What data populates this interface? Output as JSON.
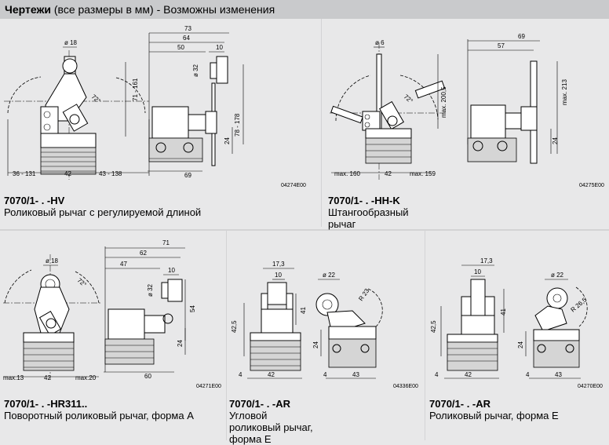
{
  "header": {
    "title_bold": "Чертежи",
    "title_rest": " (все размеры в мм) - Возможны изменения"
  },
  "panels": [
    {
      "model": "7070/1- . -HV",
      "desc": [
        "Роликовый рычаг с регулируемой длиной"
      ],
      "code": "04274E00",
      "dims": {
        "d18": "ø 18",
        "w73": "73",
        "w64": "64",
        "w50": "50",
        "w10": "10",
        "d32": "ø 32",
        "h71": "71 - 161",
        "h78": "78 - 178",
        "h24": "24",
        "angle": "72°",
        "l36": "36 - 131",
        "w42": "42",
        "r43": "43 - 138",
        "w69": "69"
      }
    },
    {
      "model": "7070/1- . -HH-K",
      "desc": [
        "Штангообразный",
        "рычаг"
      ],
      "code": "04275E00",
      "dims": {
        "d6": "ø 6",
        "w69": "69",
        "w57": "57",
        "h2005": "max. 200,5",
        "h213": "max. 213",
        "angle": "72°",
        "h24": "24",
        "l160": "max. 160",
        "w42": "42",
        "r159": "max. 159"
      }
    },
    {
      "model": "7070/1- . -HR311..",
      "desc": [
        "Поворотный роликовый рычаг, форма А"
      ],
      "code": "04271E00",
      "dims": {
        "d18": "ø 18",
        "w71": "71",
        "w62": "62",
        "w47": "47",
        "w10": "10",
        "d32": "ø 32",
        "h54": "54",
        "h24": "24",
        "angle": "72°",
        "l13": "max.13",
        "w42": "42",
        "r20": "max.20",
        "w60": "60"
      }
    },
    {
      "model": "7070/1- . -AR",
      "desc": [
        "Угловой",
        "роликовый рычаг,",
        "форма Е"
      ],
      "code": "04336E00",
      "dims": {
        "w173": "17,3",
        "w10": "10",
        "h425": "42,5",
        "h41": "41",
        "d22": "ø 22",
        "r23": "R 23",
        "h24": "24",
        "w4": "4",
        "w42": "42",
        "w4b": "4",
        "w43": "43"
      }
    },
    {
      "model": "7070/1- . -AR",
      "desc": [
        "Роликовый рычаг, форма Е"
      ],
      "code": "04270E00",
      "dims": {
        "w173": "17,3",
        "w10": "10",
        "d22": "ø 22",
        "h425": "42,5",
        "h41": "41",
        "r265": "R 26,5",
        "h24": "24",
        "w4": "4",
        "w42": "42",
        "w4b": "4",
        "w43": "43"
      }
    }
  ]
}
